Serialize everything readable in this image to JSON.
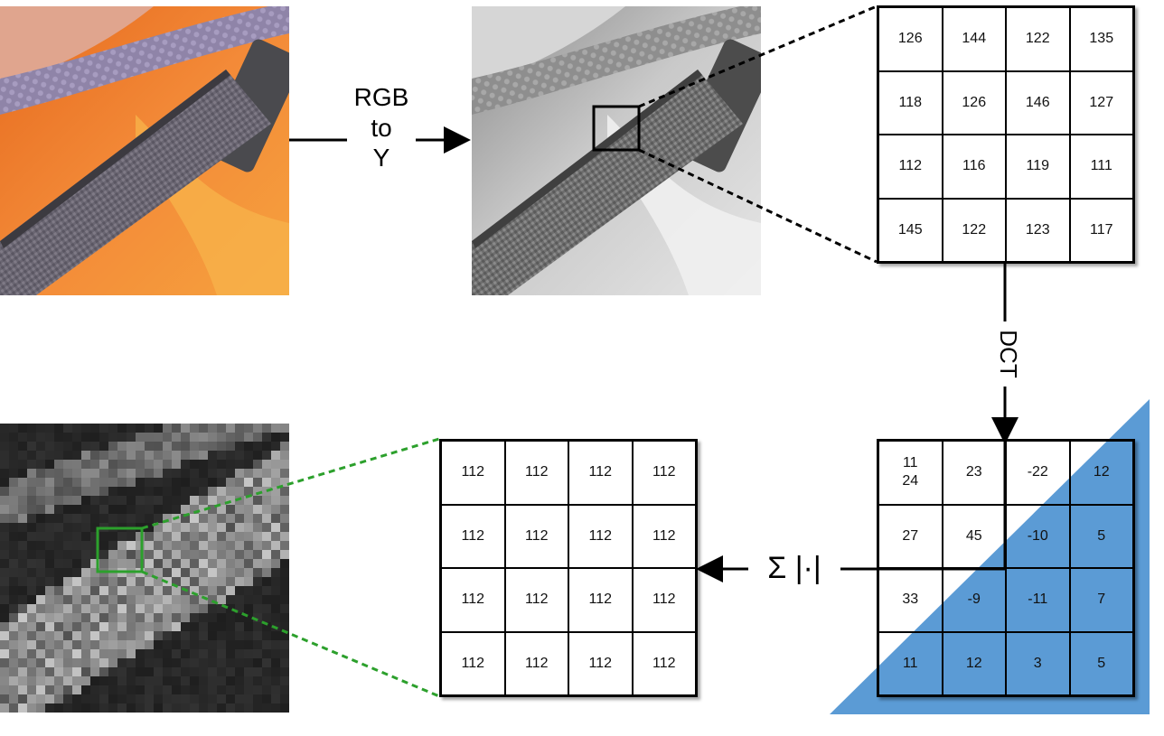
{
  "diagram": {
    "labels": {
      "rgb_to_y": "RGB\nto\nY",
      "dct": "DCT",
      "sum_abs": "Σ |·|"
    },
    "matrix_luma": [
      [
        "126",
        "144",
        "122",
        "135"
      ],
      [
        "118",
        "126",
        "146",
        "127"
      ],
      [
        "112",
        "116",
        "119",
        "111"
      ],
      [
        "145",
        "122",
        "123",
        "117"
      ]
    ],
    "matrix_dct": [
      [
        "11\n24",
        "23",
        "-22",
        "12"
      ],
      [
        "27",
        "45",
        "-10",
        "5"
      ],
      [
        "33",
        "-9",
        "-11",
        "7"
      ],
      [
        "11",
        "12",
        "3",
        "5"
      ]
    ],
    "matrix_result": [
      [
        "112",
        "112",
        "112",
        "112"
      ],
      [
        "112",
        "112",
        "112",
        "112"
      ],
      [
        "112",
        "112",
        "112",
        "112"
      ],
      [
        "112",
        "112",
        "112",
        "112"
      ]
    ],
    "colors": {
      "highlight_triangle": "#5b9bd5",
      "zoom_green": "#2ca02c",
      "lines": "#000000",
      "strap_orange": "#f07a2a"
    },
    "icons": [
      "rgb-photo",
      "grayscale-photo",
      "pixelated-map"
    ]
  }
}
